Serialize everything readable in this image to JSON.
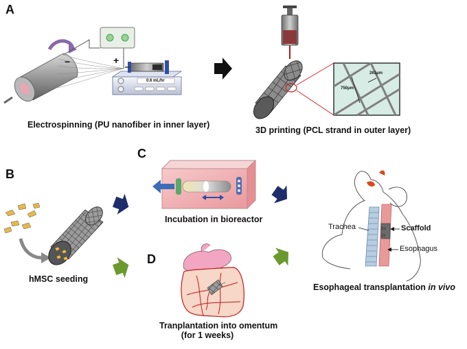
{
  "panels": {
    "a": "A",
    "b": "B",
    "c": "C",
    "d": "D"
  },
  "captions": {
    "electrospinning": "Electrospinning (PU nanofiber in inner layer)",
    "printing": "3D printing (PCL strand in outer layer)",
    "seeding": "hMSC seeding",
    "incubation": "Incubation in bioreactor",
    "omentum_line1": "Tranplantation into omentum",
    "omentum_line2": "(for 1 weeks)",
    "transplant_main": "Esophageal transplantation ",
    "transplant_italic": "in vivo"
  },
  "labels": {
    "minus": "−",
    "plus": "+",
    "flow_rate": "0.6 mL/hr",
    "dim_750": "750μm",
    "dim_261": "261μm",
    "trachea": "Trachea",
    "scaffold": "Scaffold",
    "esophagus": "Esophagus"
  },
  "colors": {
    "arrow_navy": "#1f2d6b",
    "arrow_green": "#6a9a2e",
    "bioreactor_pink": "#f2b9bc",
    "omentum_red": "#c0191b",
    "zoom_box_red": "#d11f1f"
  }
}
